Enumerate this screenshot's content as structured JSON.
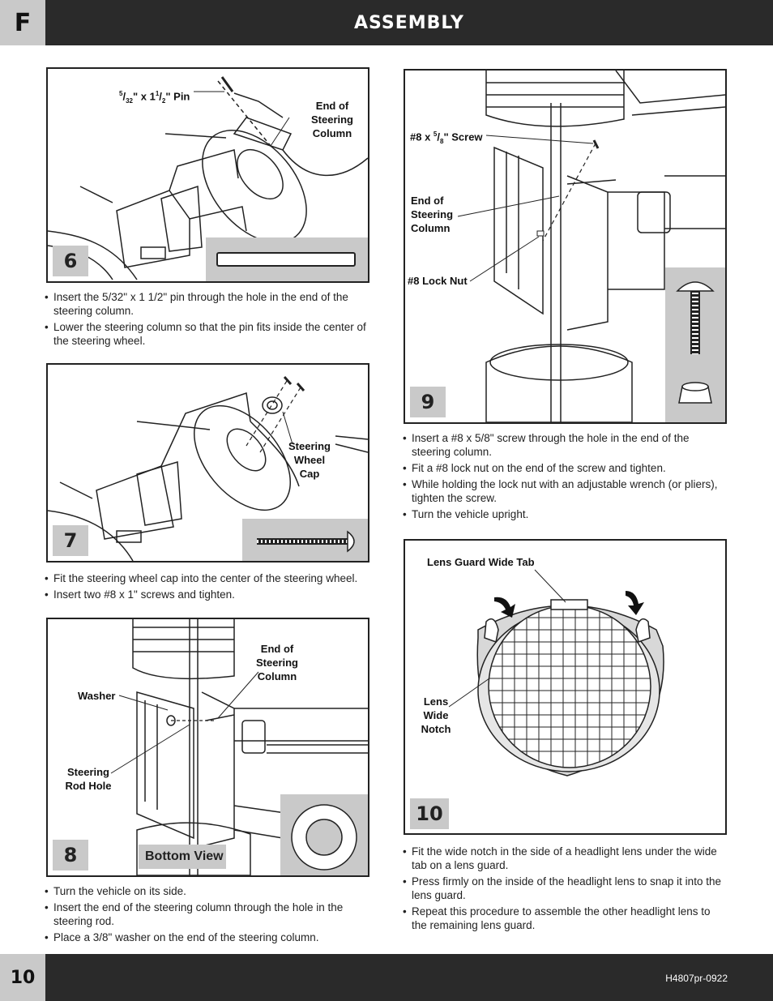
{
  "header": {
    "section_letter": "F",
    "title": "ASSEMBLY"
  },
  "footer": {
    "page_number": "10",
    "doc_id": "H4807pr-0922"
  },
  "steps": [
    {
      "number": "6",
      "labels": {
        "pin": "\" x 1",
        "pin_frac1_num": "5",
        "pin_frac1_den": "32",
        "pin_frac2_whole": "",
        "pin_frac2_num": "1",
        "pin_frac2_den": "2",
        "pin_suffix": "\" Pin",
        "end_col": "End of Steering Column"
      },
      "instructions": [
        "Insert the 5/32\" x 1 1/2\" pin through the hole in the end of the steering column.",
        "Lower the steering column so that the pin fits inside the center of the steering wheel."
      ]
    },
    {
      "number": "7",
      "labels": {
        "cap": "Steering Wheel Cap"
      },
      "instructions": [
        "Fit the steering wheel cap into the center of the steering wheel.",
        "Insert two #8 x 1\" screws and tighten."
      ]
    },
    {
      "number": "8",
      "labels": {
        "end_col": "End of Steering Column",
        "washer": "Washer",
        "rod_hole": "Steering Rod Hole",
        "bottom_view": "Bottom View"
      },
      "instructions": [
        "Turn the vehicle on its side.",
        "Insert the end of the steering column through the hole in the steering rod.",
        "Place a 3/8\" washer on the end of the steering column."
      ]
    },
    {
      "number": "9",
      "labels": {
        "screw": "#8 x 5/8\" Screw",
        "end_col": "End of Steering Column",
        "lock_nut": "#8 Lock Nut"
      },
      "instructions": [
        "Insert a #8 x 5/8\" screw through the hole in the end of the steering column.",
        "Fit a #8 lock nut on the end of the screw and tighten.",
        "While holding the lock nut with an adjustable wrench (or pliers), tighten the screw.",
        "Turn the vehicle upright."
      ]
    },
    {
      "number": "10",
      "labels": {
        "tab": "Lens Guard Wide Tab",
        "notch": "Lens Wide Notch"
      },
      "instructions": [
        "Fit the wide notch in the side of a headlight lens under the wide tab on a lens guard.",
        "Press firmly on the inside of the headlight lens to snap it into the lens guard.",
        "Repeat this procedure to assemble the other headlight lens to the remaining lens guard."
      ]
    }
  ]
}
